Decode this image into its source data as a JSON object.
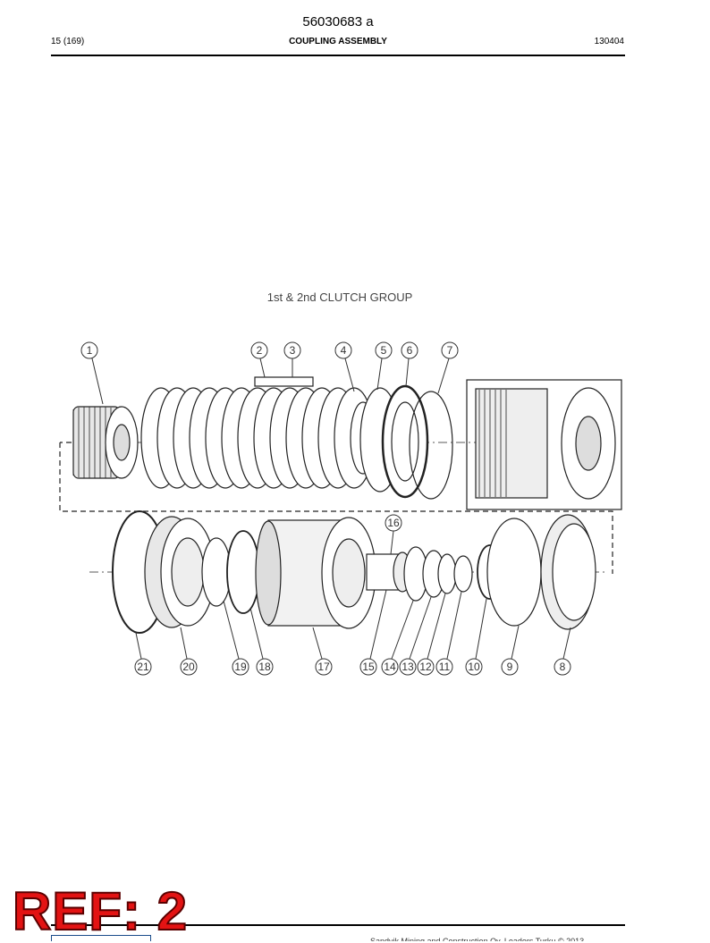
{
  "document": {
    "number": "56030683 a",
    "page": "15 (169)",
    "title": "COUPLING ASSEMBLY",
    "date_code": "130404"
  },
  "diagram": {
    "title": "1st & 2nd CLUTCH GROUP",
    "callouts": [
      "1",
      "2",
      "3",
      "4",
      "5",
      "6",
      "7",
      "8",
      "9",
      "10",
      "11",
      "12",
      "13",
      "14",
      "15",
      "16",
      "17",
      "18",
      "19",
      "20",
      "21"
    ]
  },
  "footer": {
    "copyright": "Sandvik Mining and Construction Oy, Loaders Turku © 2013"
  },
  "stamp": {
    "text": "REF: 2",
    "color": "#e31313"
  }
}
